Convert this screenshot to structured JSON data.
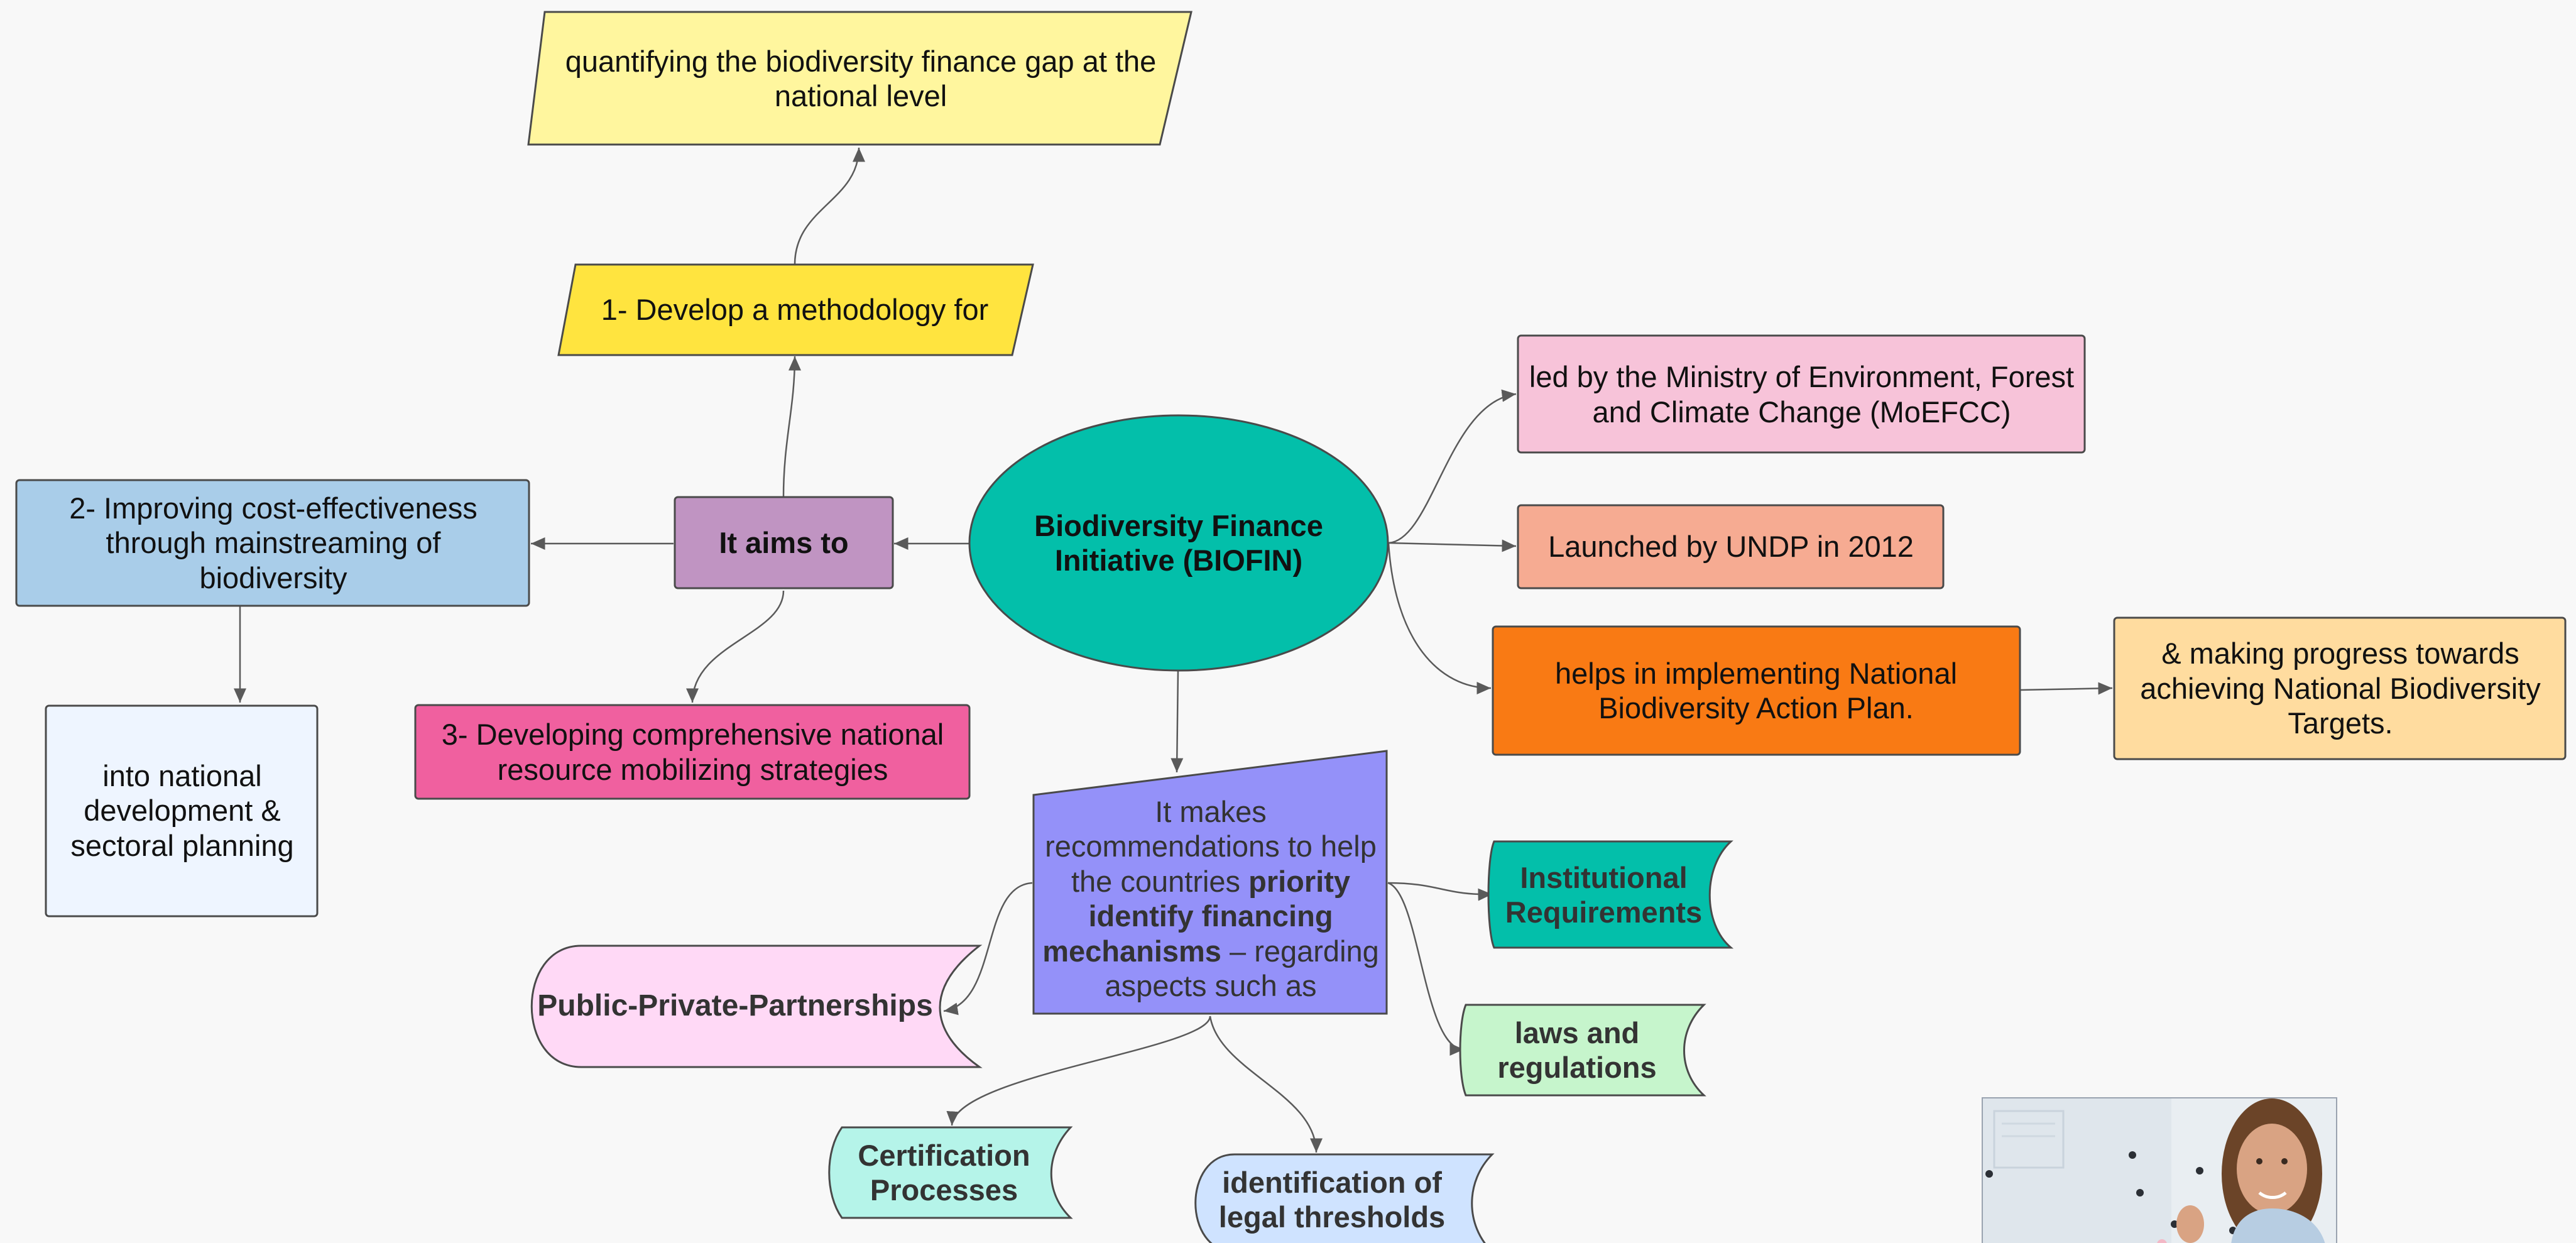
{
  "nodes": {
    "center": "Biodiversity Finance Initiative (BIOFIN)",
    "aims": "It aims to",
    "methodology": "1- Develop a methodology for",
    "quantifying": "quantifying the biodiversity finance gap at the national level",
    "improving": "2- Improving cost-effectiveness through mainstreaming of biodiversity",
    "national_dev": "into national development & sectoral planning",
    "strategies": "3- Developing comprehensive national resource mobilizing strategies",
    "ministry": "led by the Ministry of Environment, Forest and Climate Change (MoEFCC)",
    "launched": "Launched by UNDP in 2012",
    "helps": "helps in implementing National Biodiversity Action Plan.",
    "progress": "& making progress towards achieving National Biodiversity Targets.",
    "recommend_a": "It makes recommendations to help the countries ",
    "recommend_b": "priority identify financing mechanisms",
    "recommend_c": " – regarding aspects such as",
    "institutional": "Institutional Requirements",
    "laws": "laws and regulations",
    "ppp": "Public-Private-Partnerships",
    "certification": "Certification Processes",
    "thresholds": "identification of legal thresholds"
  },
  "colors": {
    "background": "#f8f8f8",
    "center": "#03bfaa",
    "aims": "#c094c2",
    "methodology": "#ffe43f",
    "quantifying": "#fff69e",
    "improving": "#a9cde9",
    "national_dev": "#eef5ff",
    "strategies": "#f0609f",
    "ministry": "#f7c3d9",
    "launched": "#f6ab92",
    "helps": "#f97a14",
    "progress": "#ffdc9f",
    "recommend": "#9491f9",
    "institutional": "#03bfaa",
    "laws": "#c6f5cc",
    "ppp": "#ffd9f6",
    "certification": "#b5f4e9",
    "thresholds": "#cfe3ff",
    "edge": "#5a5a5a"
  }
}
